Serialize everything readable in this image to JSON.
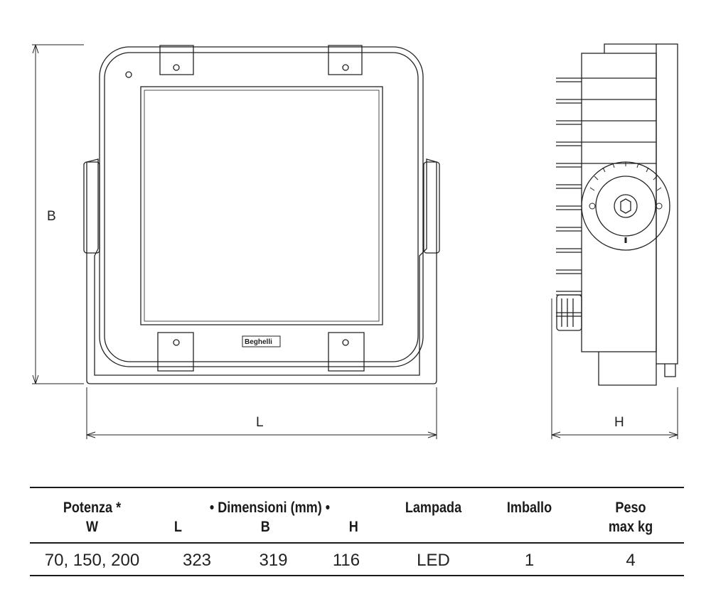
{
  "drawing": {
    "dim_labels": {
      "height": "B",
      "length": "L",
      "depth": "H"
    },
    "brand": "Beghelli"
  },
  "table": {
    "headers": {
      "potenza": [
        "Potenza *",
        "W"
      ],
      "dimensioni": "• Dimensioni (mm) •",
      "dim_L": "L",
      "dim_B": "B",
      "dim_H": "H",
      "lampada": "Lampada",
      "imballo": "Imballo",
      "peso": [
        "Peso",
        "max kg"
      ]
    },
    "rows": [
      {
        "potenza": "70, 150, 200",
        "L": "323",
        "B": "319",
        "H": "116",
        "lampada": "LED",
        "imballo": "1",
        "peso": "4"
      }
    ]
  }
}
